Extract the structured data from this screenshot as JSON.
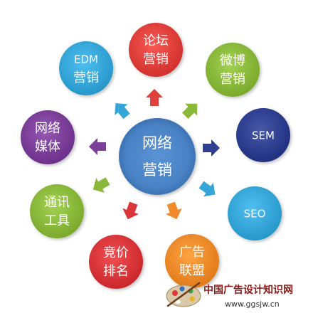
{
  "center": {
    "line1": "网络",
    "line2": "营销",
    "color": "#4a83c6"
  },
  "nodes": [
    {
      "key": "forum",
      "line1": "论坛",
      "line2": "营销",
      "color": "#e0403b",
      "arrow_color": "#e0403b"
    },
    {
      "key": "weibo",
      "line1": "微博",
      "line2": "营销",
      "color": "#8ab83a",
      "arrow_color": "#8ab83a"
    },
    {
      "key": "sem",
      "line1": "SEM",
      "line2": "",
      "color": "#2f3f8f",
      "arrow_color": "#2f3f8f"
    },
    {
      "key": "seo",
      "line1": "SEO",
      "line2": "",
      "color": "#36a6d8",
      "arrow_color": "#36a6d8"
    },
    {
      "key": "ad",
      "line1": "广告",
      "line2": "联盟",
      "color": "#f08a2a",
      "arrow_color": "#f08a2a"
    },
    {
      "key": "bidding",
      "line1": "竞价",
      "line2": "排名",
      "color": "#d9363a",
      "arrow_color": "#d9363a"
    },
    {
      "key": "tools",
      "line1": "通讯",
      "line2": "工具",
      "color": "#8ab83a",
      "arrow_color": "#8ab83a"
    },
    {
      "key": "media",
      "line1": "网络",
      "line2": "媒体",
      "color": "#7b3f99",
      "arrow_color": "#7b3f99"
    },
    {
      "key": "edm",
      "line1": "EDM",
      "line2": "营销",
      "color": "#36a6d8",
      "arrow_color": "#36a6d8"
    }
  ],
  "watermark": {
    "title": "中国广告设计知识网",
    "url": "www.ggsjw.cn"
  }
}
